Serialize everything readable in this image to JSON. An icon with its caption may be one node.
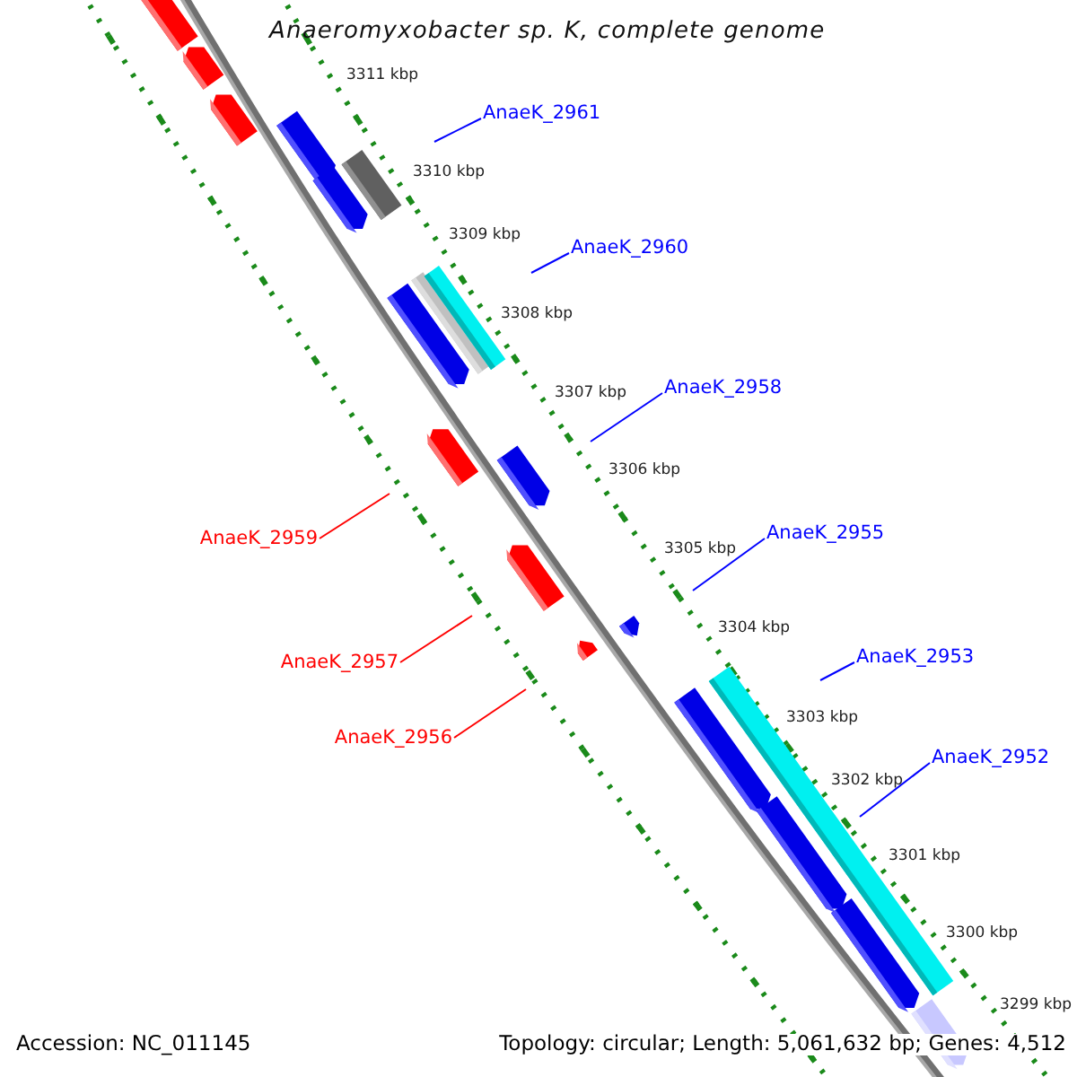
{
  "diagram": {
    "title": "Anaeromyxobacter sp. K, complete genome",
    "nodes": [
      {
        "text": [
          "AnaeK_2961"
        ]
      },
      {
        "text": [
          "AnaeK_2960"
        ]
      },
      {
        "text": [
          "AnaeK_2958"
        ]
      },
      {
        "text": [
          "AnaeK_2959"
        ]
      },
      {
        "text": [
          "AnaeK_2955"
        ]
      },
      {
        "text": [
          "AnaeK_2957"
        ]
      },
      {
        "text": [
          "AnaeK_2953"
        ]
      },
      {
        "text": [
          "AnaeK_2956"
        ]
      },
      {
        "text": [
          "AnaeK_2952"
        ]
      }
    ],
    "edges": [
      {
        "from": 0,
        "to": null,
        "arrow": "none"
      },
      {
        "from": 1,
        "to": null,
        "arrow": "none"
      },
      {
        "from": 2,
        "to": null,
        "arrow": "none"
      },
      {
        "from": 3,
        "to": null,
        "arrow": "none",
        "color": "#ff0000"
      },
      {
        "from": 4,
        "to": null,
        "arrow": "none"
      },
      {
        "from": 5,
        "to": null,
        "arrow": "none",
        "color": "#ff0000"
      },
      {
        "from": 6,
        "to": null,
        "arrow": "none"
      },
      {
        "from": 7,
        "to": null,
        "arrow": "none",
        "color": "#ff0000"
      },
      {
        "from": 8,
        "to": null,
        "arrow": "none"
      }
    ],
    "labels": [
      "3311 kbp",
      "3310 kbp",
      "3309 kbp",
      "3308 kbp",
      "3307 kbp",
      "3306 kbp",
      "3305 kbp",
      "3304 kbp",
      "3303 kbp",
      "3302 kbp",
      "3301 kbp",
      "3300 kbp",
      "3299 kbp",
      "Accession: NC_011145",
      "Topology: circular; Length: 5,061,632 bp; Genes: 4,512"
    ]
  }
}
